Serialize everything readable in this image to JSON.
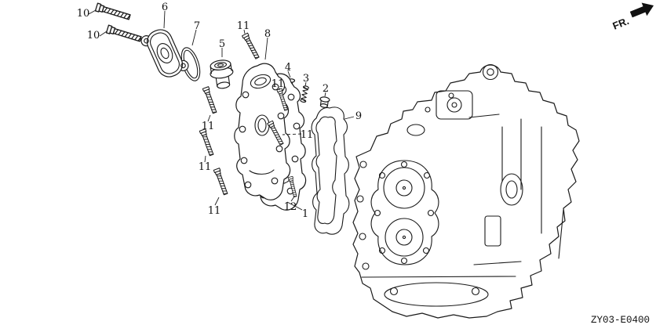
{
  "diagram": {
    "type": "exploded-parts-diagram",
    "line_color": "#1a1a1a",
    "background_color": "#ffffff",
    "code": "ZY03-E0400",
    "fr_marker": {
      "label": "FR."
    }
  },
  "labels": {
    "l10a": "10",
    "l10b": "10",
    "l6": "6",
    "l7": "7",
    "l5": "5",
    "l11top": "11",
    "l8": "8",
    "l4": "4",
    "l11mid1": "11",
    "l3": "3",
    "l2": "2",
    "l9": "9",
    "l11left1": "11",
    "l11mid2": "11",
    "l11left2": "11",
    "l11left3": "11",
    "l12": "12",
    "l1": "1"
  }
}
